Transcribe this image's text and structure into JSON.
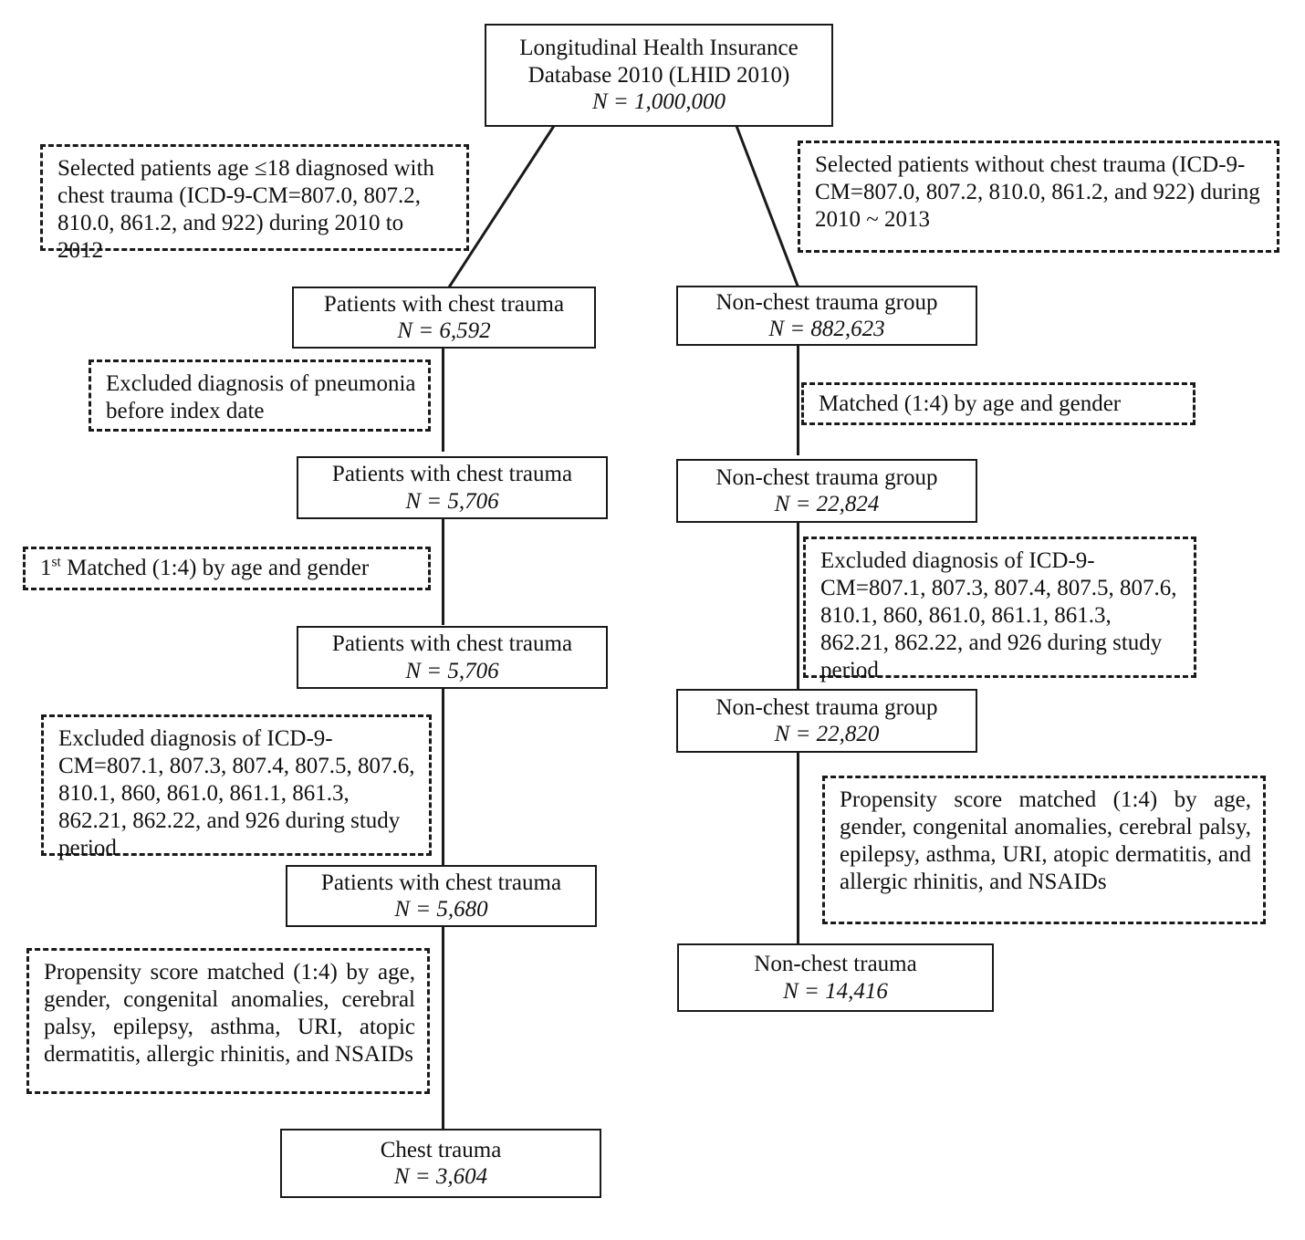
{
  "diagram": {
    "type": "flowchart",
    "title": "Study population selection flowchart",
    "nodes": {
      "source": {
        "line1": "Longitudinal Health Insurance",
        "line2": "Database 2010 (LHID 2010)",
        "n": "N = 1,000,000"
      },
      "left_criteria": "Selected patients age ≤18 diagnosed with chest trauma (ICD-9-CM=807.0, 807.2, 810.0, 861.2, and 922) during 2010 to 2012",
      "right_criteria": "Selected patients without chest trauma (ICD-9-CM=807.0, 807.2, 810.0, 861.2, and 922) during 2010 ~ 2013",
      "left_box1": {
        "title": "Patients with chest trauma",
        "n": "N = 6,592"
      },
      "right_box1": {
        "title": "Non-chest trauma group",
        "n": "N = 882,623"
      },
      "left_excl_pneumonia": "Excluded diagnosis of pneumonia before index date",
      "right_matched": "Matched (1:4) by age and gender",
      "left_box2": {
        "title": "Patients with chest trauma",
        "n": "N = 5,706"
      },
      "right_box2": {
        "title": "Non-chest trauma group",
        "n": "N = 22,824"
      },
      "left_first_matched_pre": "1",
      "left_first_matched_sup": "st",
      "left_first_matched_post": " Matched (1:4) by age and gender",
      "right_excl_icd": "Excluded diagnosis of ICD-9-CM=807.1, 807.3, 807.4, 807.5, 807.6, 810.1, 860, 861.0, 861.1, 861.3, 862.21, 862.22, and 926 during study period",
      "left_box3": {
        "title": "Patients with chest trauma",
        "n": "N = 5,706"
      },
      "right_box3": {
        "title": "Non-chest trauma group",
        "n": "N = 22,820"
      },
      "left_excl_icd": "Excluded diagnosis of ICD-9-CM=807.1, 807.3, 807.4, 807.5, 807.6, 810.1, 860, 861.0, 861.1, 861.3, 862.21, 862.22, and 926 during study period",
      "right_propensity": "Propensity score matched (1:4) by age, gender, congenital anomalies, cerebral palsy, epilepsy, asthma, URI, atopic dermatitis, and allergic rhinitis, and NSAIDs",
      "left_box4": {
        "title": "Patients with chest trauma",
        "n": "N = 5,680"
      },
      "right_final": {
        "title": "Non-chest trauma",
        "n": "N = 14,416"
      },
      "left_propensity": "Propensity score matched (1:4) by age, gender, congenital anomalies, cerebral palsy, epilepsy, asthma, URI, atopic dermatitis, allergic rhinitis, and NSAIDs",
      "left_final": {
        "title": "Chest trauma",
        "n": "N = 3,604"
      }
    },
    "colors": {
      "stroke": "#1a1a1a",
      "background": "#ffffff",
      "text": "#111111"
    }
  }
}
